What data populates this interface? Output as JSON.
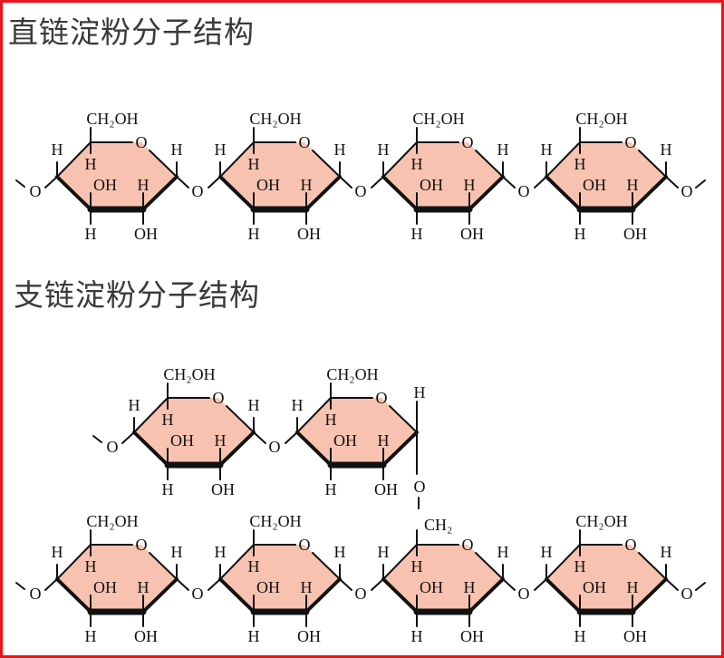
{
  "amylose": {
    "title": "直链淀粉分子结构"
  },
  "amylopectin": {
    "title": "支链淀粉分子结构"
  },
  "labels": {
    "ch2oh": "CH₂OH",
    "ch2": "CH₂",
    "h": "H",
    "oh": "OH",
    "o": "O"
  },
  "colors": {
    "ring_fill": "#f7c3b0",
    "bond": "#111111",
    "border": "#e8141c",
    "title": "#3a3a3a"
  }
}
